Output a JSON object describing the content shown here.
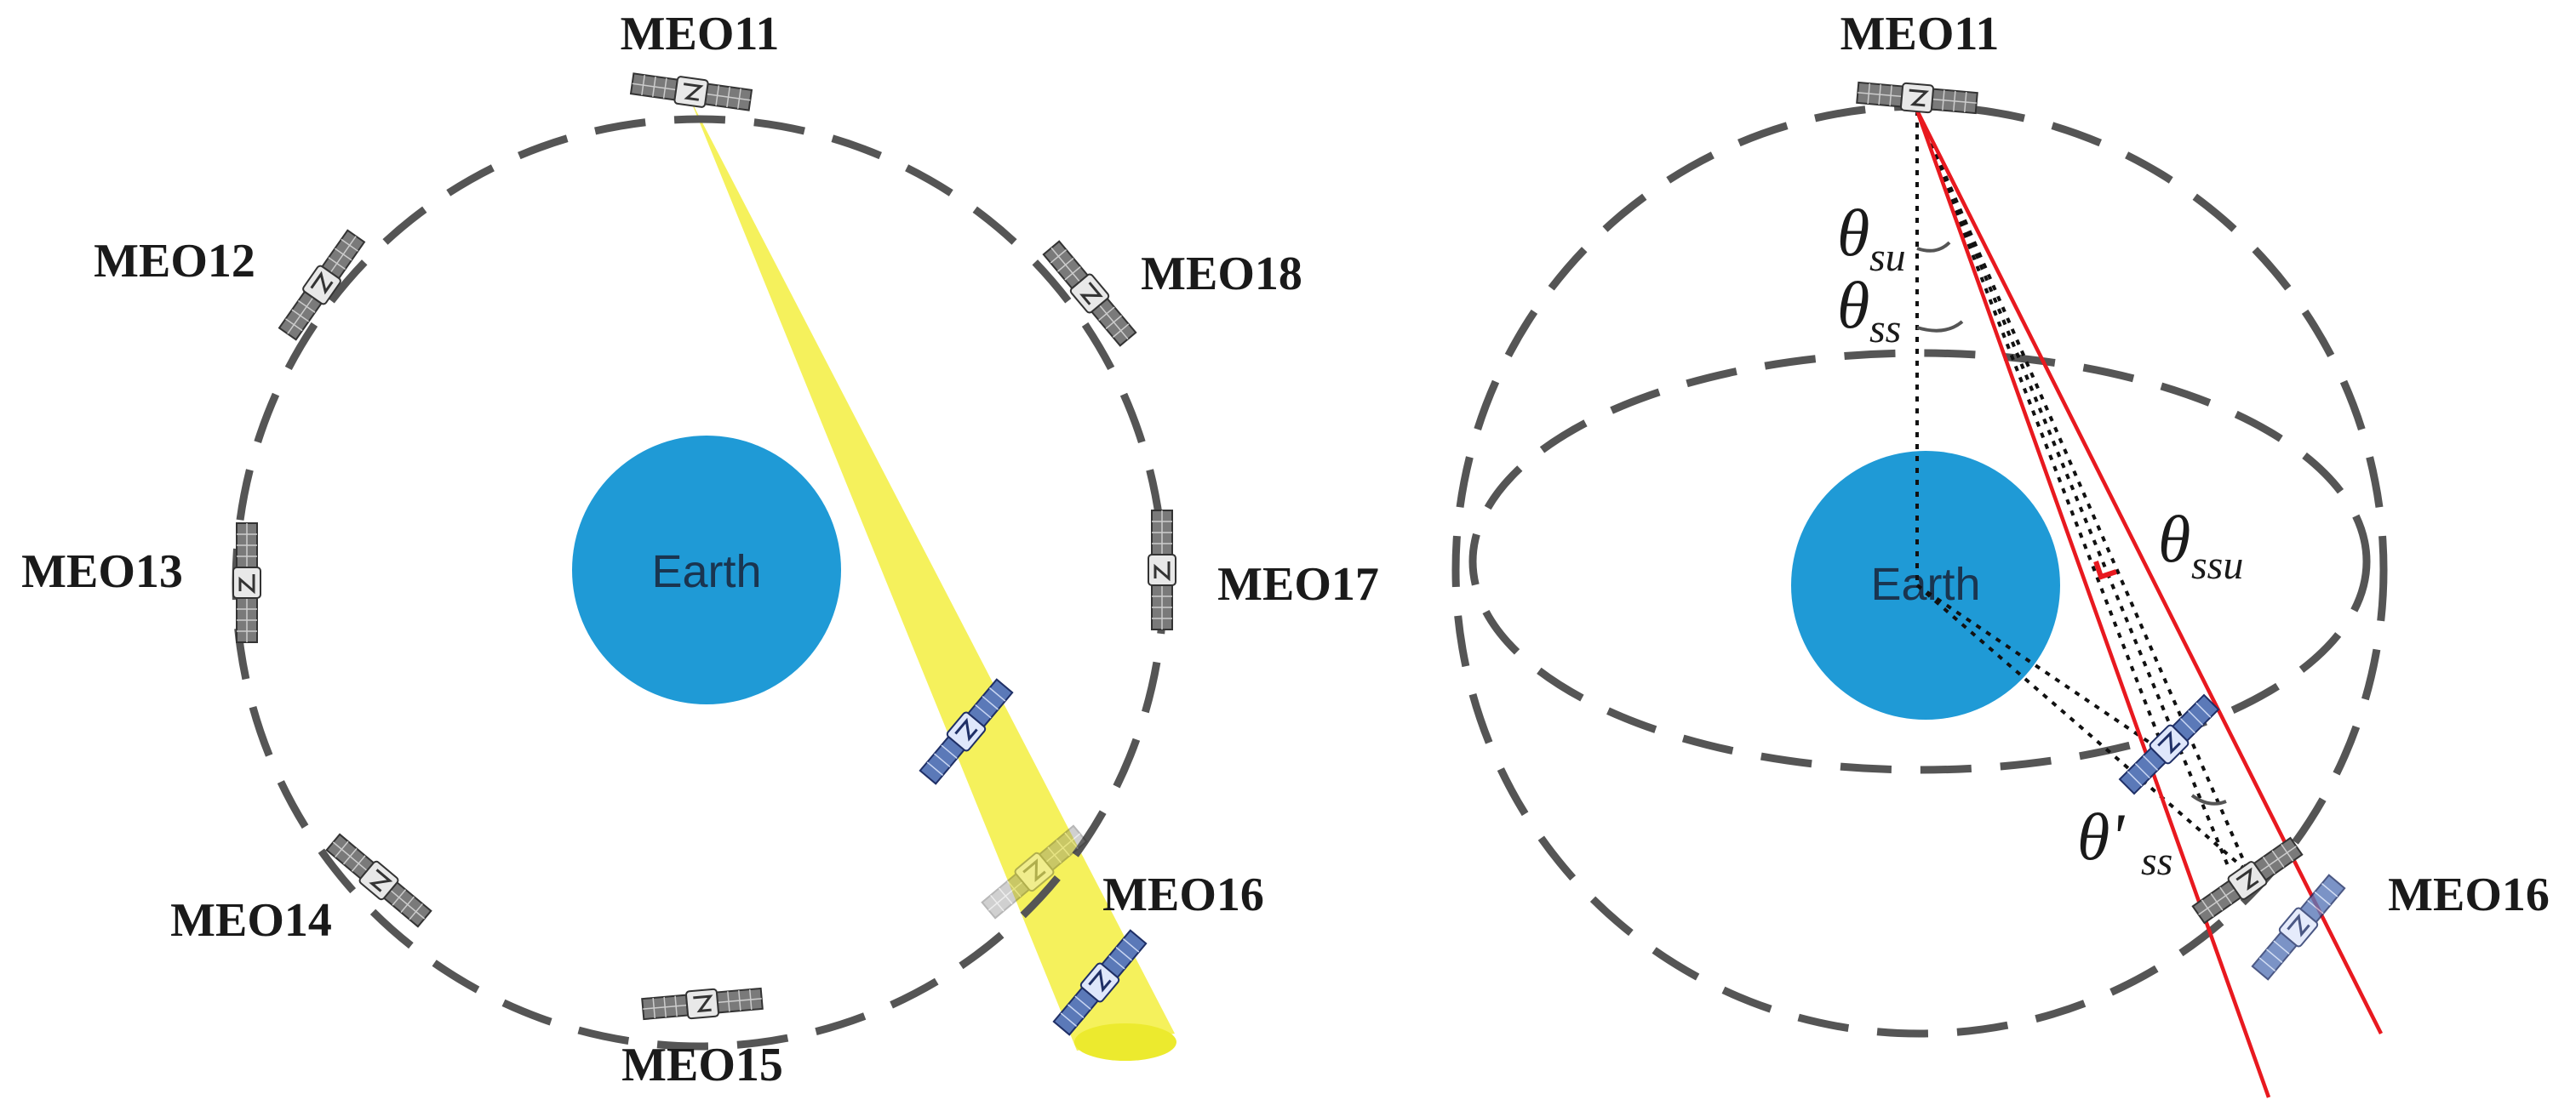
{
  "left_panel": {
    "earth_label": "Earth",
    "satellites": {
      "meo11": "MEO11",
      "meo12": "MEO12",
      "meo13": "MEO13",
      "meo14": "MEO14",
      "meo15": "MEO15",
      "meo16": "MEO16",
      "meo17": "MEO17",
      "meo18": "MEO18"
    }
  },
  "right_panel": {
    "earth_label": "Earth",
    "satellites": {
      "meo11": "MEO11",
      "meo16": "MEO16"
    },
    "angles": {
      "theta_su": {
        "symbol": "θ",
        "sub": "su"
      },
      "theta_ss": {
        "symbol": "θ",
        "sub": "ss"
      },
      "theta_ssu": {
        "symbol": "θ",
        "sub": "ssu"
      },
      "theta_prime_ss": {
        "symbol": "θ'",
        "sub": "ss"
      }
    }
  },
  "colors": {
    "earth": "#1f9ad6",
    "orbit": "#555555",
    "beam": "#f4f04a",
    "red_lines": "#e8191f",
    "dotted_lines": "#111111"
  }
}
